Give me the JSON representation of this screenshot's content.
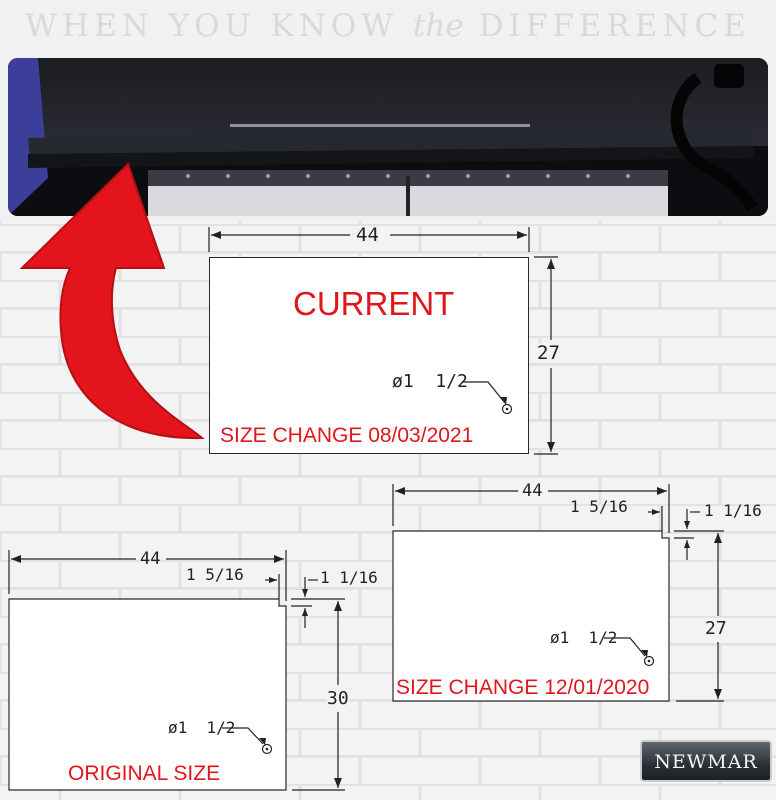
{
  "header": {
    "tagline_pre": "WHEN YOU KNOW",
    "tagline_em": "the",
    "tagline_post": "DIFFERENCE"
  },
  "photo": {
    "icon": "storage-compartment-photo"
  },
  "diagrams": {
    "current": {
      "heading": "CURRENT",
      "caption": "SIZE CHANGE 08/03/2021",
      "width_label": "44",
      "height_label": "27",
      "hole_label": "ø1  1/2"
    },
    "dec2020": {
      "caption": "SIZE CHANGE 12/01/2020",
      "width_label": "44",
      "height_label": "27",
      "notch_width_label": "1 5/16",
      "notch_height_label": "1 1/16",
      "hole_label": "ø1  1/2"
    },
    "original": {
      "caption": "ORIGINAL SIZE",
      "width_label": "44",
      "height_label": "30",
      "notch_width_label": "1 5/16",
      "notch_height_label": "1 1/16",
      "hole_label": "ø1  1/2"
    }
  },
  "arrow": {
    "icon": "curved-arrow-icon",
    "color": "#e3141b"
  },
  "logo": {
    "text": "NEWMAR"
  },
  "colors": {
    "accent": "#e0161c",
    "line": "#222222",
    "background": "#f1f1f1"
  }
}
